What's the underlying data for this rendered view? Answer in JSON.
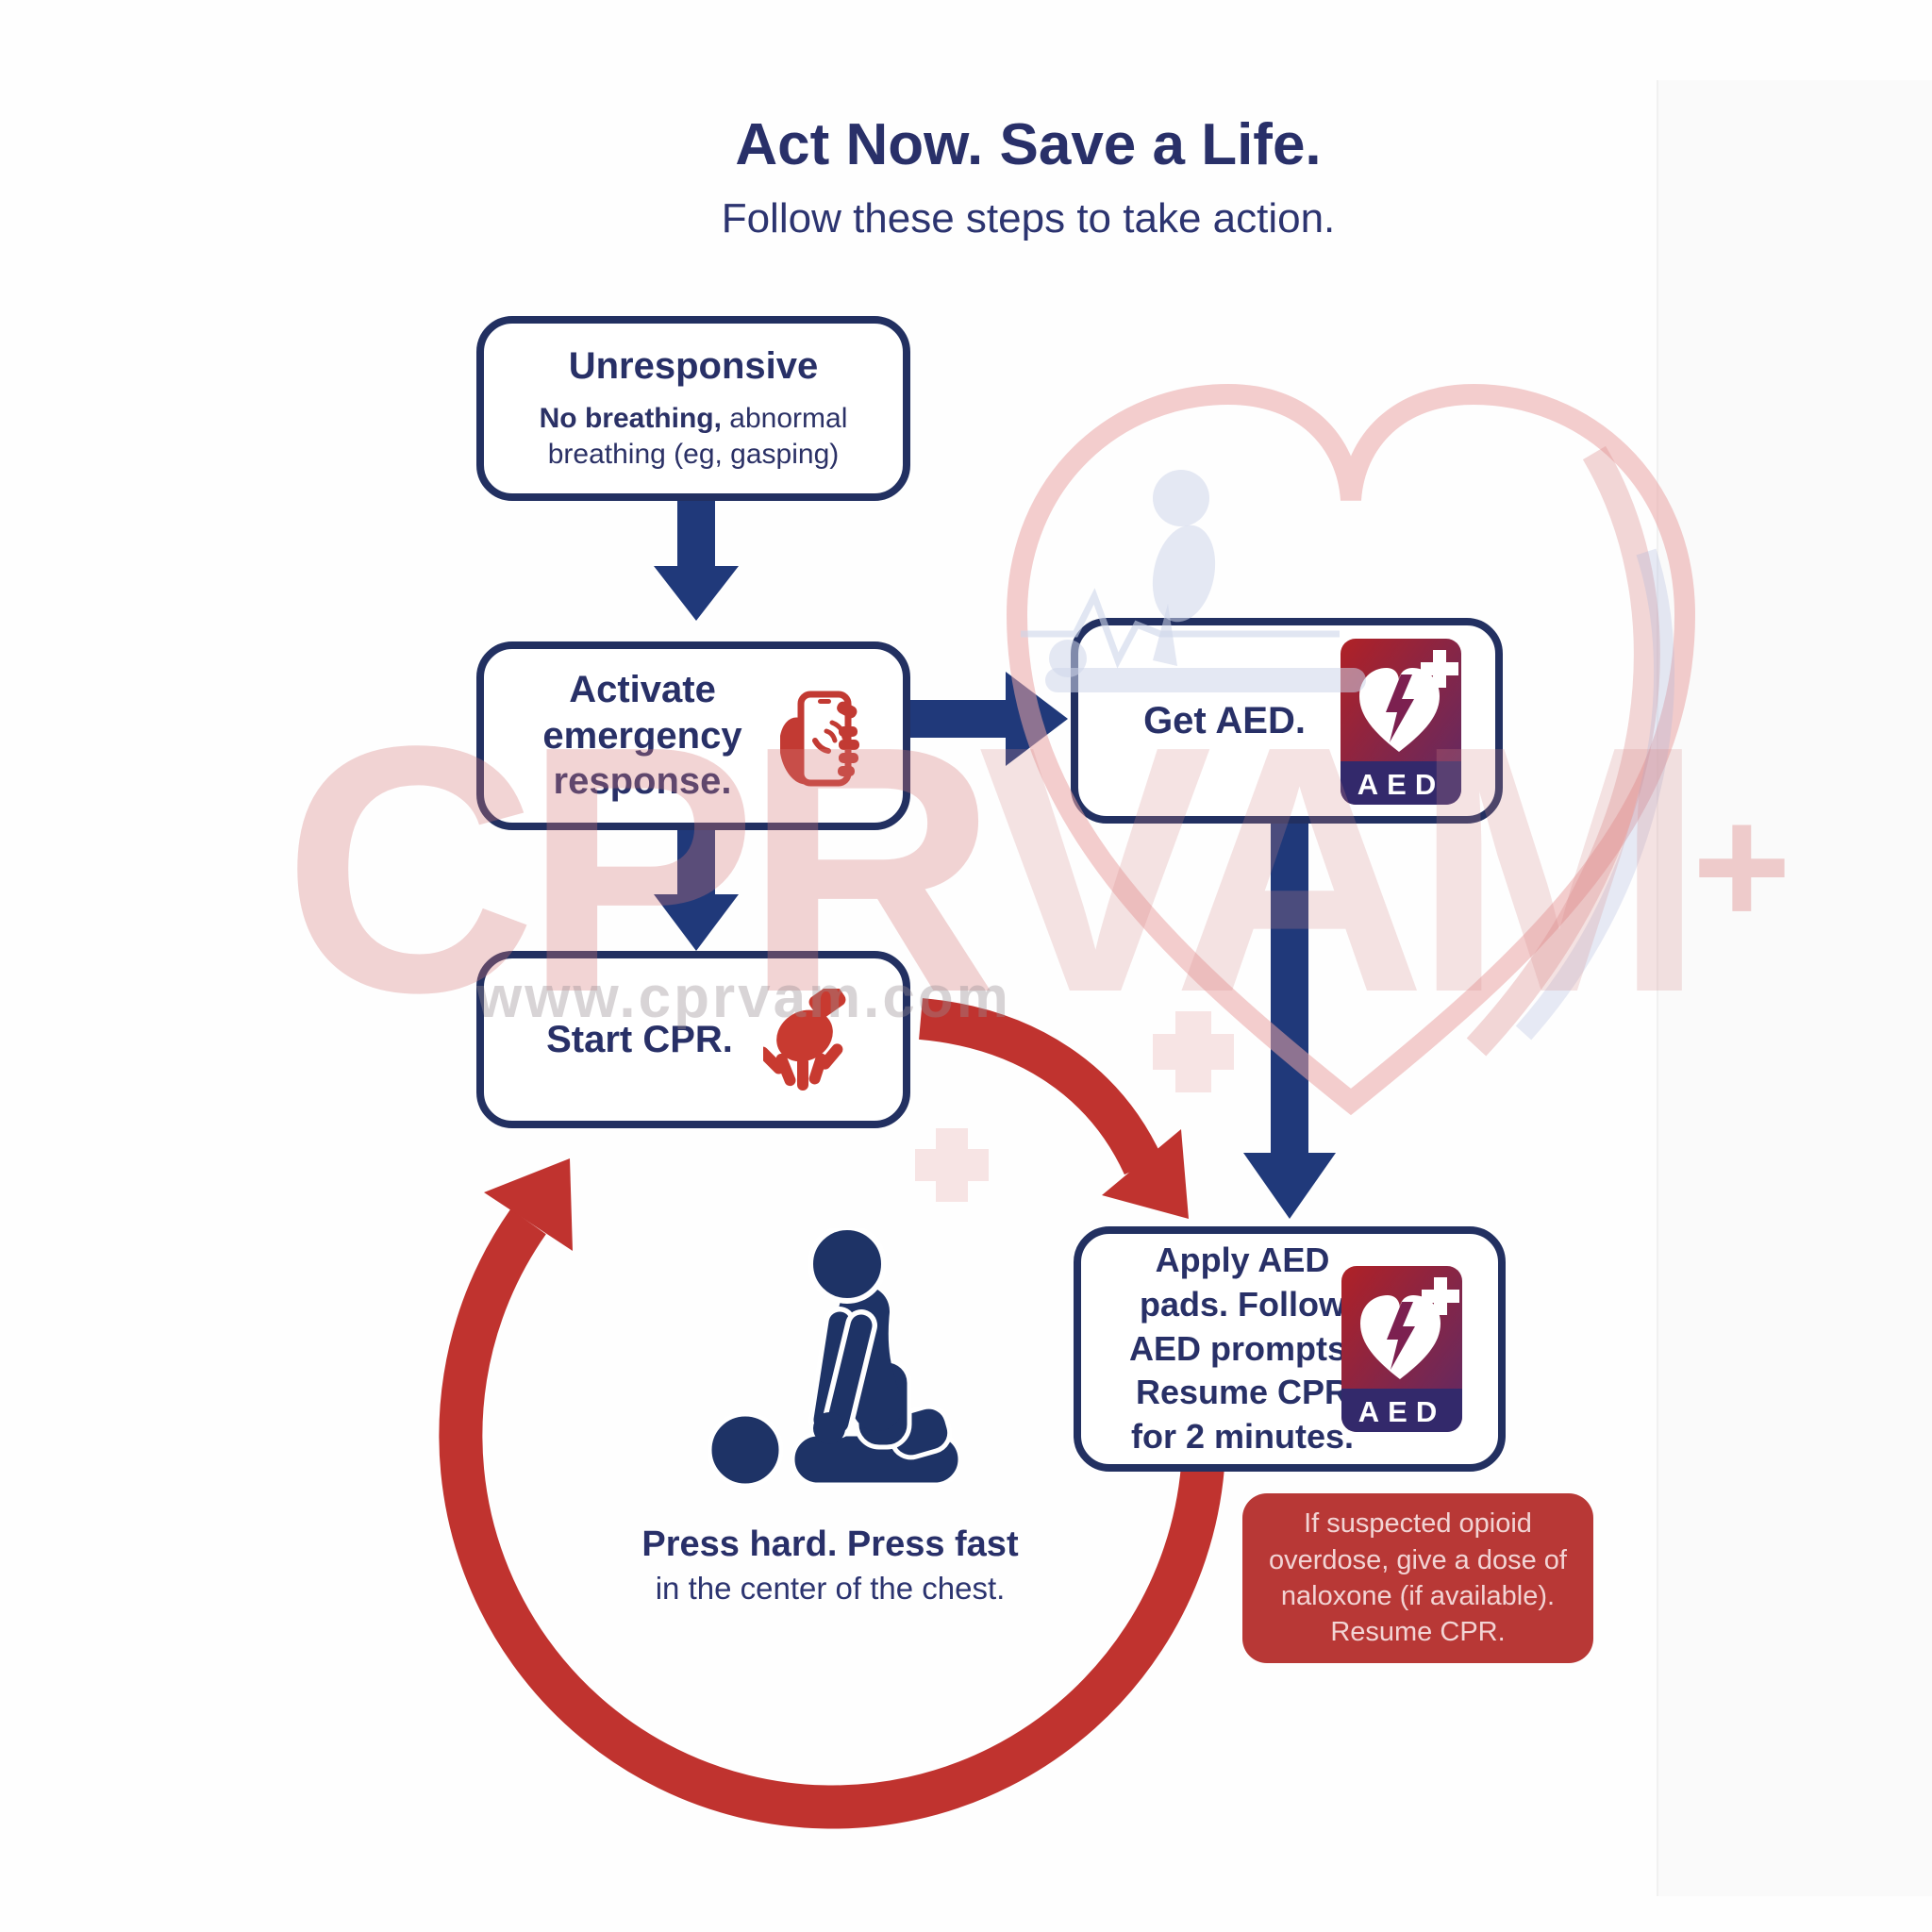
{
  "header": {
    "title": "Act Now. Save a Life.",
    "subtitle": "Follow these steps to take action."
  },
  "steps": {
    "unresponsive": {
      "heading": "Unresponsive",
      "detail_bold": "No breathing,",
      "detail_rest": " abnormal breathing (eg, gasping)"
    },
    "activate": {
      "lines": [
        "Activate",
        "emergency",
        "response."
      ]
    },
    "get_aed": {
      "label": "Get AED."
    },
    "start_cpr": {
      "label": "Start CPR."
    },
    "apply_aed": {
      "lines": [
        "Apply AED",
        "pads. Follow",
        "AED prompts.",
        "Resume CPR",
        "for 2 minutes."
      ]
    }
  },
  "cpr_note": {
    "bold": "Press hard. Press fast",
    "rest": "in the center of the chest."
  },
  "opioid_note": {
    "lines": [
      "If suspected opioid",
      "overdose, give a dose of",
      "naloxone (if available).",
      "Resume CPR."
    ]
  },
  "aed_icon_label": "AED",
  "watermark": {
    "brand_left": "CPR",
    "brand_right": "VAM",
    "plus": "+",
    "url": "www.cprvam.com"
  },
  "colors": {
    "navy_text": "#283067",
    "navy_border": "#223061",
    "navy_arrow": "#20397a",
    "red_arrow": "#c0332f",
    "red_icon": "#c23a33",
    "red_note_bg": "#b83836",
    "red_note_text": "#f2d4d4",
    "aed_gradient_top": "#b02126",
    "aed_gradient_bottom": "#5d2a66",
    "aed_band": "#33296b"
  }
}
